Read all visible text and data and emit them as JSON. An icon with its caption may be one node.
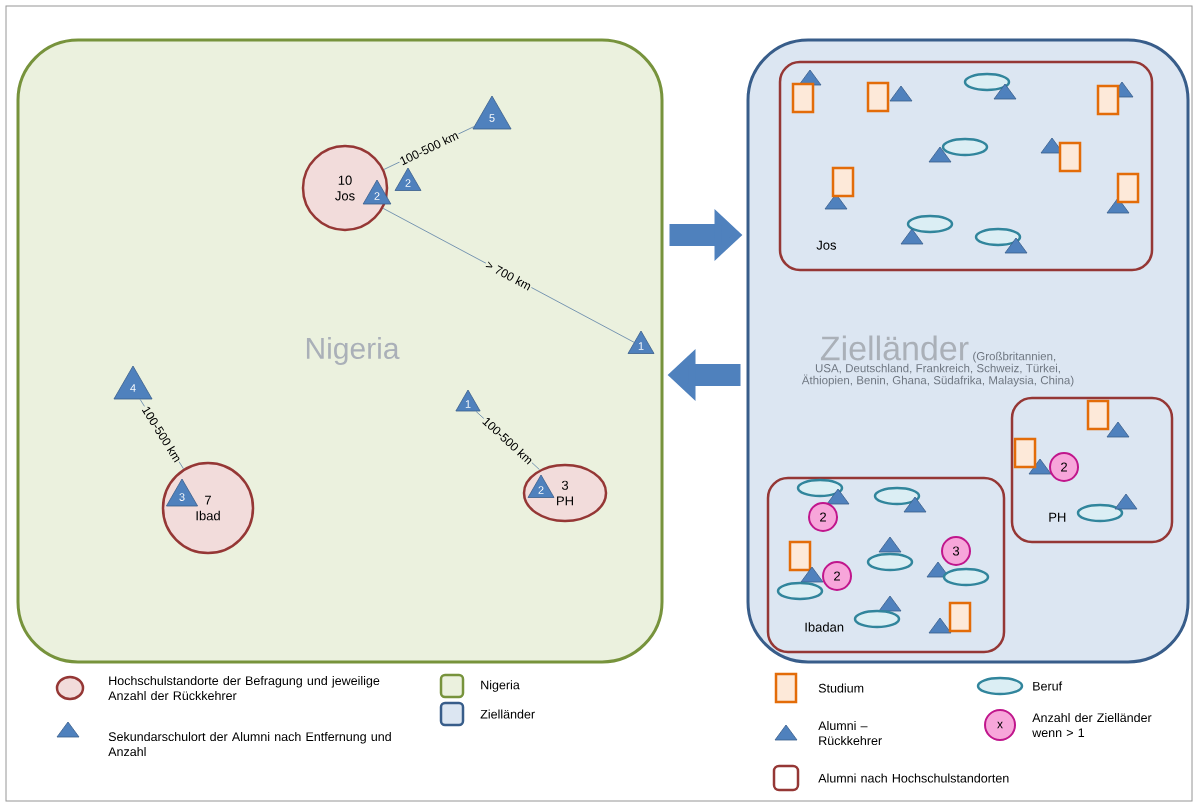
{
  "diagram": {
    "nodes": [
      {
        "text": [
          "Nigeria"
        ]
      },
      {
        "text": [
          "Zielländer",
          "(Großbritannien, USA, Deutschland, Frankreich, Schweiz, Türkei, Äthiopien, Benin, Ghana, Südafrika, Malaysia, China)"
        ]
      },
      {
        "text": [
          "10",
          "Jos"
        ],
        "in": 0
      },
      {
        "text": [
          "2"
        ],
        "in": 2
      },
      {
        "text": [
          "5"
        ],
        "in": 0
      },
      {
        "text": [
          "2"
        ],
        "in": 0
      },
      {
        "text": [
          "1"
        ],
        "in": 0
      },
      {
        "text": [
          "4"
        ],
        "in": 0
      },
      {
        "text": [
          "7",
          "Ibad"
        ],
        "in": 0
      },
      {
        "text": [
          "3"
        ],
        "in": 8
      },
      {
        "text": [
          "1"
        ],
        "in": 0
      },
      {
        "text": [
          "3",
          "PH"
        ],
        "in": 0
      },
      {
        "text": [
          "2"
        ],
        "in": 11
      },
      {
        "text": [
          "Jos"
        ],
        "in": 1
      },
      {
        "text": [
          "PH"
        ],
        "in": 1
      },
      {
        "text": [
          "Ibadan"
        ],
        "in": 1
      },
      {
        "text": [
          "2"
        ],
        "in": 14
      },
      {
        "text": [
          "2"
        ],
        "in": 15
      },
      {
        "text": [
          "2"
        ],
        "in": 15
      },
      {
        "text": [
          "3"
        ],
        "in": 15
      }
    ],
    "edges": [
      {
        "from": 2,
        "to": 4,
        "arrow": "none",
        "label": "100-500 km"
      },
      {
        "from": 2,
        "to": 6,
        "arrow": "none",
        "label": "> 700 km"
      },
      {
        "from": 8,
        "to": 7,
        "arrow": "none",
        "label": "100-500 km"
      },
      {
        "from": 11,
        "to": 10,
        "arrow": "none",
        "label": "100-500 km"
      },
      {
        "from": 0,
        "to": 1,
        "arrow": "to",
        "style": "thick",
        "color": "#4f81bd"
      },
      {
        "from": 1,
        "to": 0,
        "arrow": "to",
        "style": "thick",
        "color": "#4f81bd"
      }
    ],
    "labels": [
      "x"
    ],
    "legend": [
      {
        "text": "Hochschulstandorte der Befragung und jeweilige Anzahl der Rückkehrer"
      },
      {
        "text": "Sekundarschulort der Alumni nach Entfernung und Anzahl"
      },
      {
        "text": "Nigeria",
        "color": "#ebf1de"
      },
      {
        "text": "Zielländer",
        "color": "#dce6f2"
      },
      {
        "text": "Studium"
      },
      {
        "text": "Beruf"
      },
      {
        "text": "Alumni – Rückkehrer"
      },
      {
        "text": "Anzahl der Zielländer wenn > 1"
      },
      {
        "text": "Alumni nach Hochschulstandorten"
      }
    ]
  }
}
